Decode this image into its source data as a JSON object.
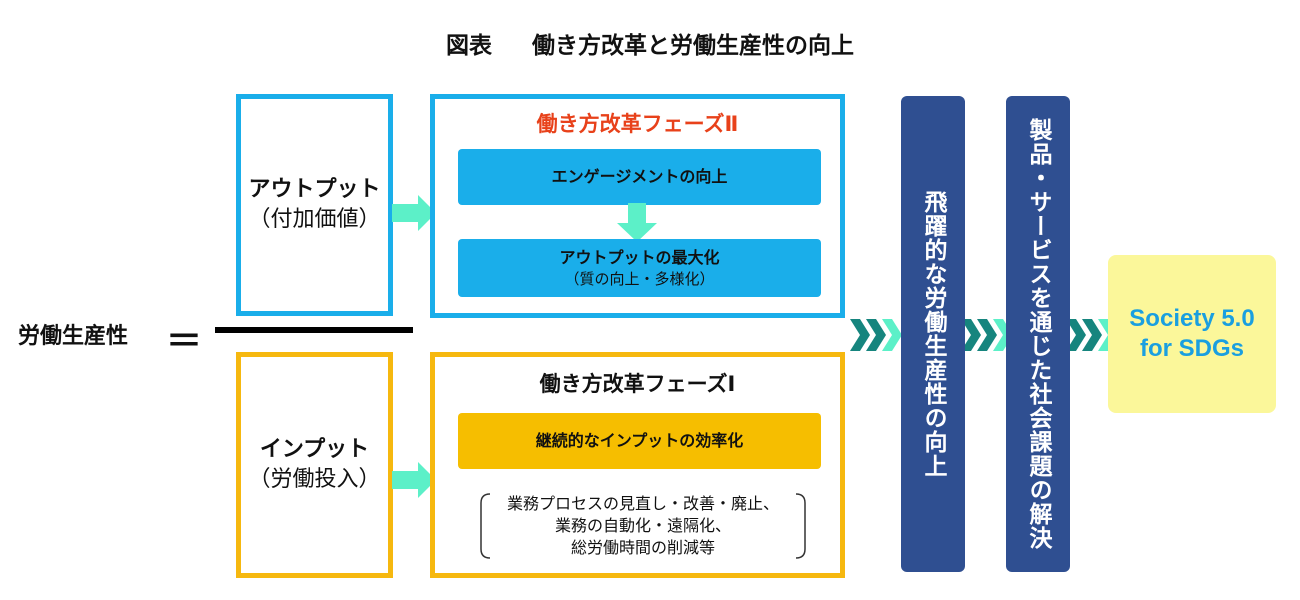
{
  "title": {
    "label": "図表",
    "text": "働き方改革と労働生産性の向上"
  },
  "equation": {
    "lhs": "労働生産性",
    "equals": "＝"
  },
  "output": {
    "main": "アウトプット",
    "sub": "（付加価値）"
  },
  "input": {
    "main": "インプット",
    "sub": "（労働投入）"
  },
  "phase2": {
    "title": "働き方改革フェーズⅡ",
    "title_color": "#e8411a",
    "step1": "エンゲージメントの向上",
    "step2_main": "アウトプットの最大化",
    "step2_sub": "（質の向上・多様化）"
  },
  "phase1": {
    "title": "働き方改革フェーズⅠ",
    "step1": "継続的なインプットの効率化",
    "details": [
      "業務プロセスの見直し・改善・廃止、",
      "業務の自動化・遠隔化、",
      "総労働時間の削減等"
    ]
  },
  "pillar1": "飛躍的な労働生産性の向上",
  "pillar2": "製品・サービスを通じた社会課題の解決",
  "goal": {
    "line1": "Society 5.0",
    "line2": "for SDGs"
  },
  "colors": {
    "frame_blue": "#1aaeea",
    "frame_yellow": "#f6b80f",
    "pillar": "#2f4f91",
    "arrow_mint": "#5cf0c8",
    "chevron": "#16857e",
    "goal_bg": "#fbf79a",
    "goal_text": "#1a9fe0"
  }
}
